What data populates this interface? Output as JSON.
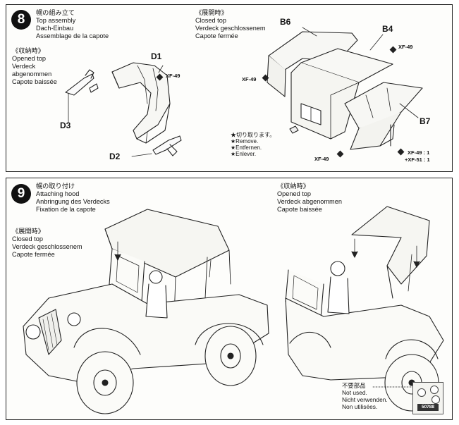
{
  "step8": {
    "number": "8",
    "title_lines": [
      "幌の組み立て",
      "Top assembly",
      "Dach-Einbau",
      "Assemblage de la capote"
    ],
    "opened_lines": [
      "《収納時》",
      "Opened top",
      "Verdeck",
      "abgenommen",
      "Capote baissée"
    ],
    "closed_lines": [
      "《展開時》",
      "Closed top",
      "Verdeck geschlossenem",
      "Capote fermée"
    ],
    "parts": {
      "d1": "D1",
      "d2": "D2",
      "d3": "D3",
      "b4": "B4",
      "b6": "B6",
      "b7": "B7"
    },
    "paint": {
      "d1": "XF-49",
      "b4": "XF-49",
      "b6": "XF-49",
      "bottom": "XF-49",
      "mix1": "XF-49 : 1",
      "mix2": "+XF-51 : 1"
    },
    "remove_lines": [
      "★切り取ります。",
      "★Remove.",
      "★Entfernen.",
      "★Enlever."
    ]
  },
  "step9": {
    "number": "9",
    "title_lines": [
      "幌の取り付け",
      "Attaching hood",
      "Anbringung des Verdecks",
      "Fixation de la capote"
    ],
    "closed_lines": [
      "《展開時》",
      "Closed top",
      "Verdeck geschlossenem",
      "Capote fermée"
    ],
    "opened_lines": [
      "《収納時》",
      "Opened top",
      "Verdeck abgenommen",
      "Capote baissée"
    ],
    "not_used_lines": [
      "不要部品",
      "Not used.",
      "Nicht verwenden.",
      "Non utilisées."
    ],
    "sprue_code": "50788"
  }
}
